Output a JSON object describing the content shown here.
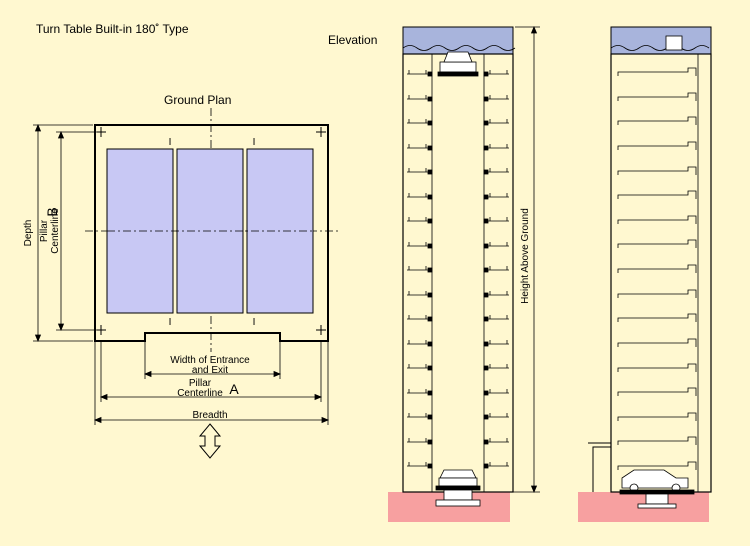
{
  "title": "Turn Table Built-in 180˚  Type",
  "elevation_label": "Elevation",
  "ground_plan_label": "Ground Plan",
  "labels": {
    "depth": "Depth",
    "pillar_centerline_b_line1": "Pillar",
    "pillar_centerline_b_line2": "Centerline",
    "letter_b": "B",
    "width_of_entrance_line1": "Width of Entrance",
    "width_of_entrance_line2": "and Exit",
    "pillar_centerline_a_line1": "Pillar",
    "pillar_centerline_a_line2": "Centerline",
    "letter_a": "A",
    "breadth": "Breadth",
    "height_above_ground": "Height Above Ground",
    "pillar_mark": "I"
  },
  "colors": {
    "background": "#fff8d0",
    "bay_fill": "#c8c8f4",
    "ground": "#f7a0a0",
    "roof": "#a8b4dc",
    "line": "#000000"
  },
  "levels_front": 17,
  "levels_side": 17
}
